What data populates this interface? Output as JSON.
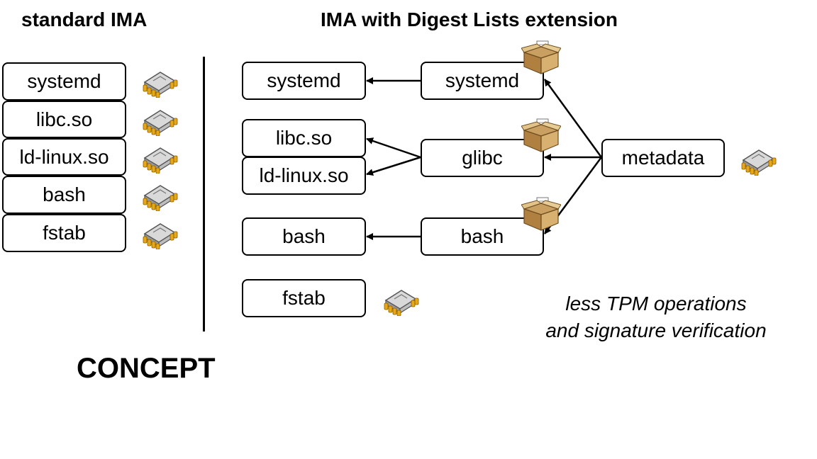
{
  "left": {
    "heading": "standard IMA",
    "items": [
      "systemd",
      "libc.so",
      "ld-linux.so",
      "bash",
      "fstab"
    ],
    "item_icon": "chip-icon"
  },
  "right": {
    "heading": "IMA with Digest Lists extension",
    "files": {
      "systemd": "systemd",
      "libc": "libc.so",
      "ldlinux": "ld-linux.so",
      "bash": "bash",
      "fstab": "fstab"
    },
    "packages": {
      "systemd": "systemd",
      "glibc": "glibc",
      "bash": "bash"
    },
    "package_icon": "package-box-icon",
    "metadata": "metadata",
    "metadata_icon": "chip-icon",
    "fstab_icon": "chip-icon"
  },
  "note": {
    "line1": "less TPM operations",
    "line2": "and signature verification"
  },
  "concept": "CONCEPT"
}
